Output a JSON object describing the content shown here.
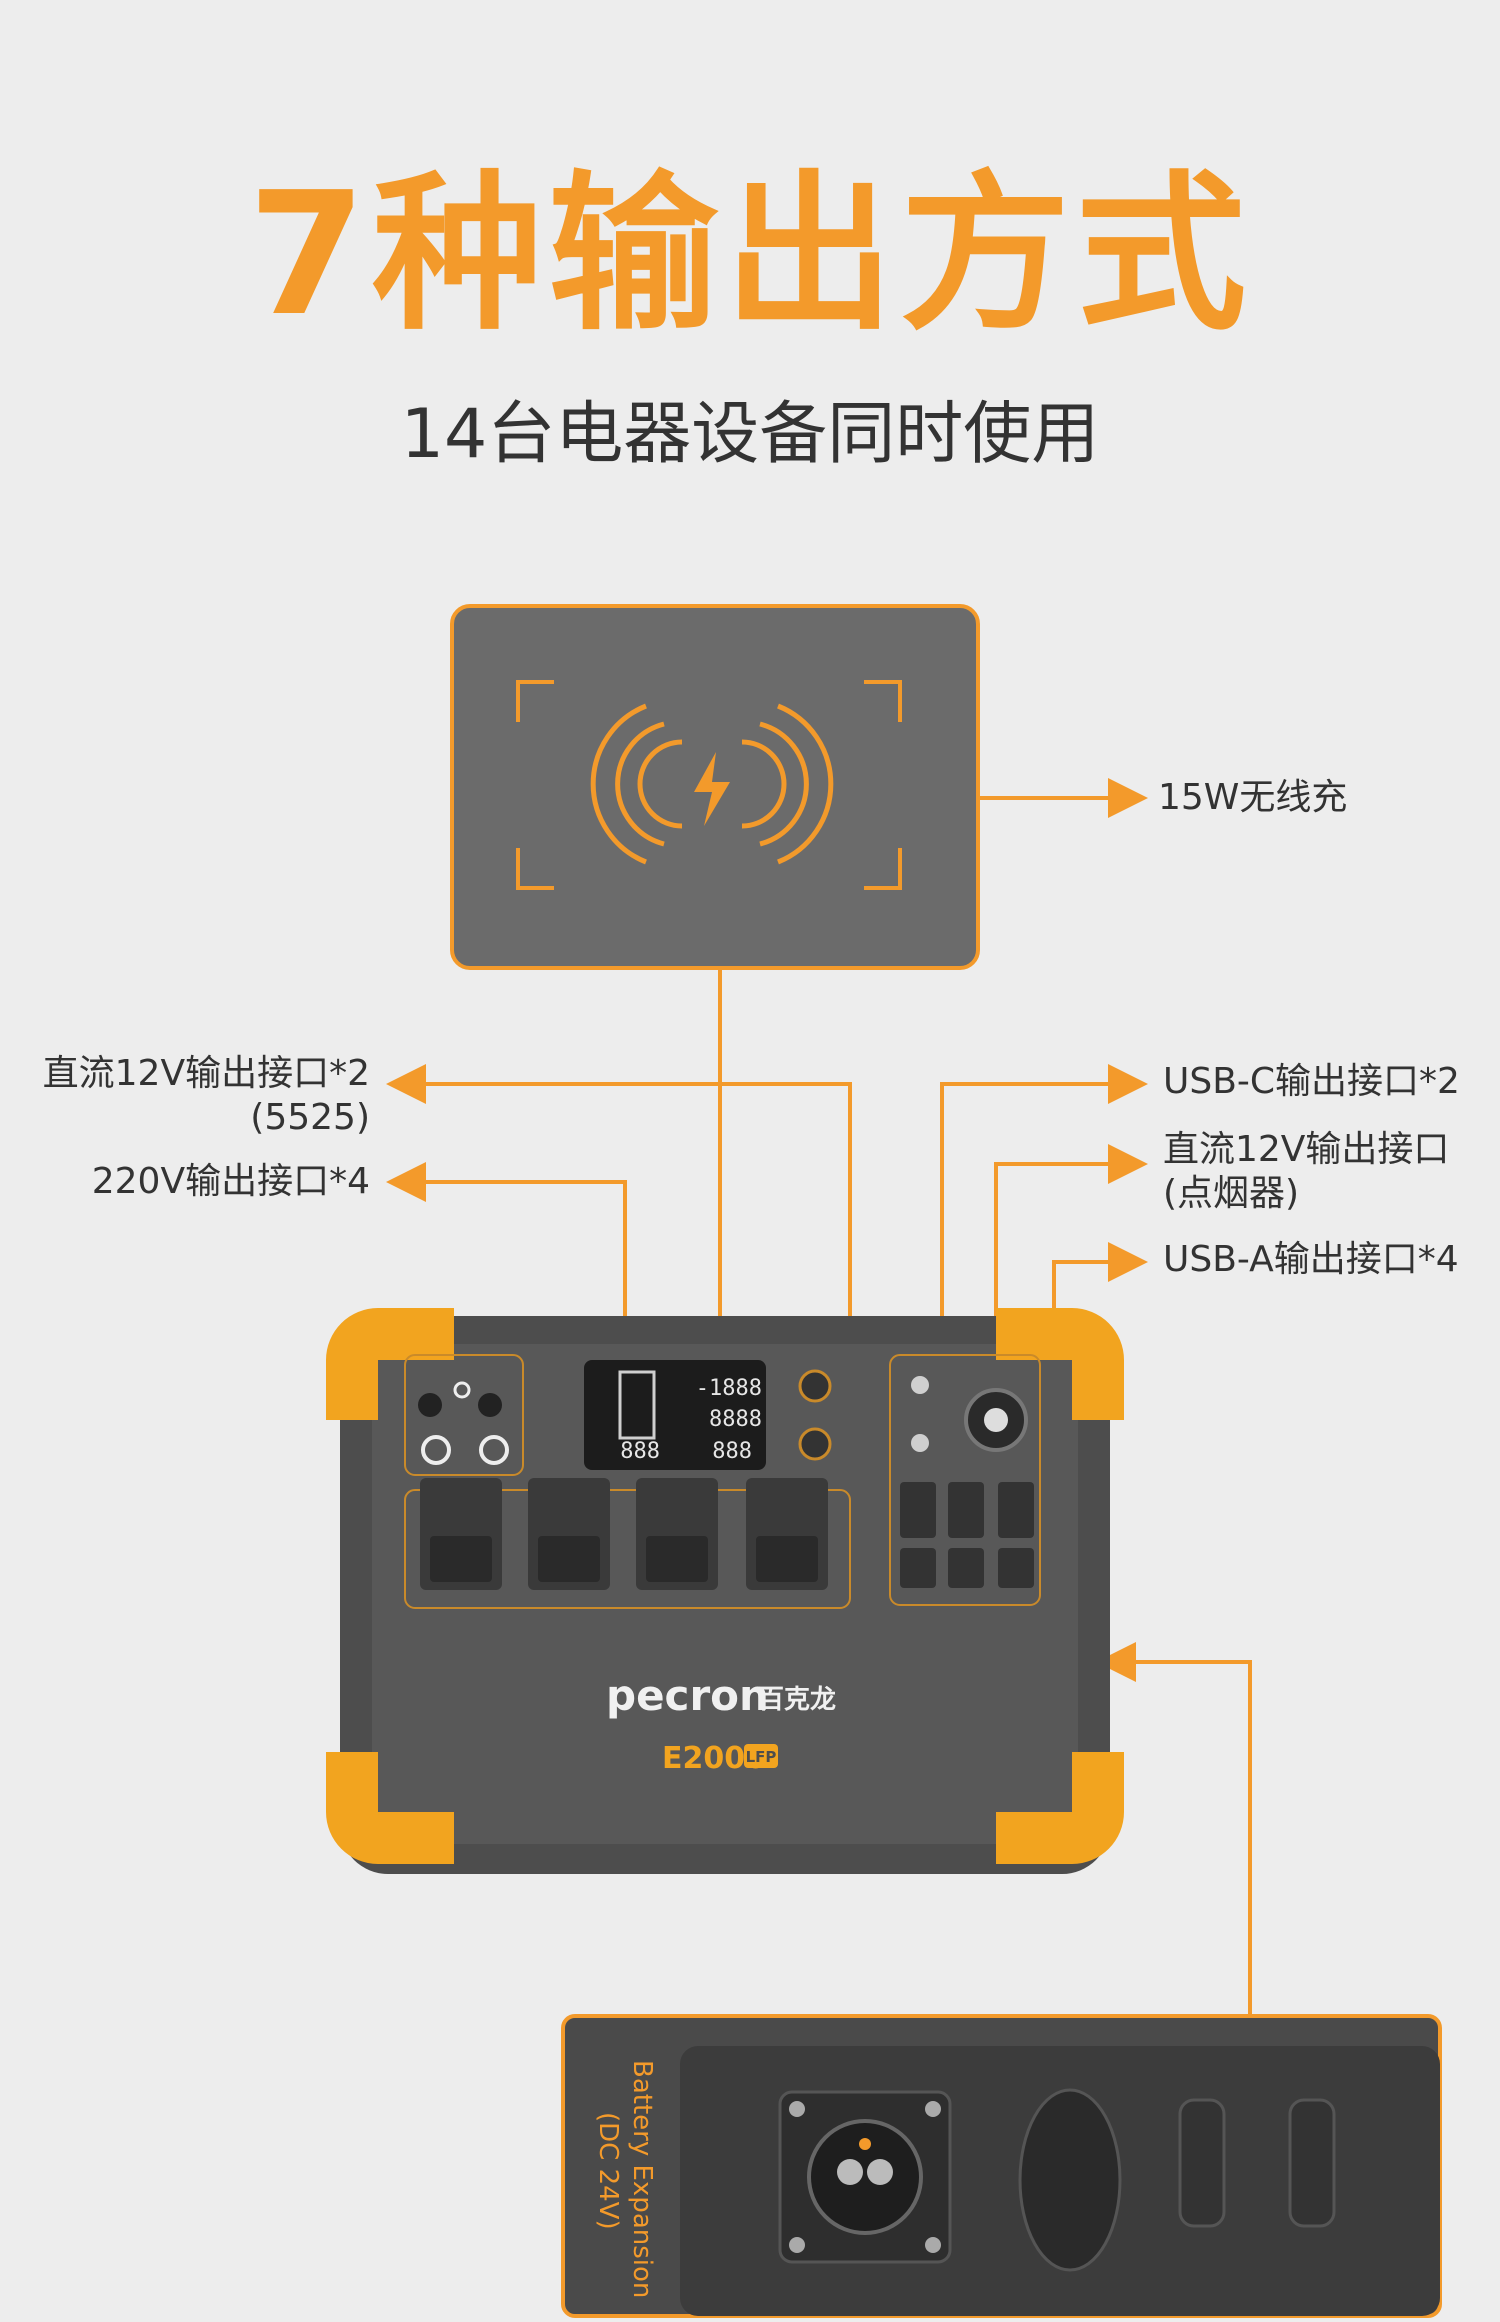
{
  "title": "7种输出方式",
  "subtitle": "14台电器设备同时使用",
  "colors": {
    "accent": "#f39a2b",
    "device_body": "#4a4a4a",
    "bumper": "#f2a41f",
    "background": "#ededed"
  },
  "labels": {
    "wireless": "15W无线充",
    "dc5525_line1": "直流12V输出接口*2",
    "dc5525_line2": "(5525)",
    "ac": "220V输出接口*4",
    "usbc": "USB-C输出接口*2",
    "car_line1": "直流12V输出接口",
    "car_line2": "(点烟器)",
    "usba": "USB-A输出接口*4"
  },
  "device": {
    "brand": "pecron",
    "brand_cn": "百克龙",
    "model": "E2000",
    "badge": "LFP",
    "lcd_top": "-1888",
    "lcd_mid": "8888",
    "lcd_bottom_left": "888",
    "lcd_bottom_right": "888"
  },
  "expansion": {
    "line1": "Battery Expansion",
    "line2": "(DC 24V)"
  },
  "icons": [
    "wireless-charging-icon",
    "lightning-icon",
    "ac-outlet-icon",
    "usb-c-port-icon",
    "usb-a-port-icon",
    "car-socket-icon",
    "dc-port-icon",
    "expansion-port-icon"
  ]
}
